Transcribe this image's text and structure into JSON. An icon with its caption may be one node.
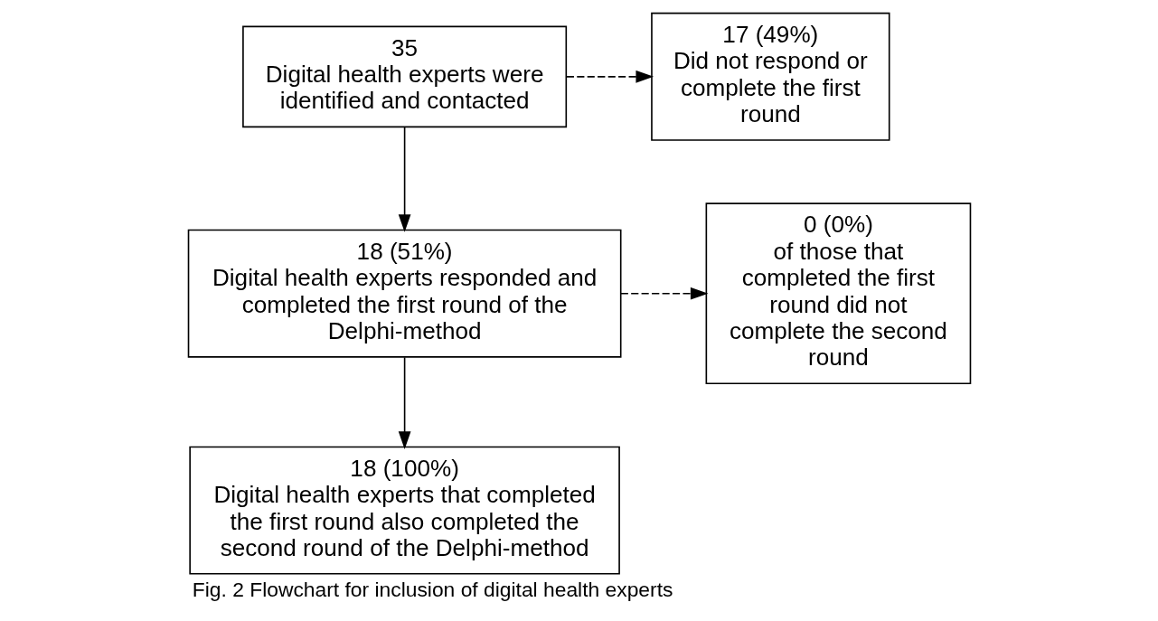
{
  "diagram": {
    "caption": "Fig. 2 Flowchart for inclusion of digital health experts",
    "nodes": [
      {
        "text": [
          "35",
          "Digital health experts were identified and contacted"
        ]
      },
      {
        "text": [
          "17 (49%)",
          "Did not respond or complete the first round"
        ]
      },
      {
        "text": [
          "18 (51%)",
          "Digital health experts responded and completed the first round of the Delphi-method"
        ]
      },
      {
        "text": [
          "0 (0%)",
          "of those that completed the first round did not complete the second round"
        ]
      },
      {
        "text": [
          "18 (100%)",
          "Digital health experts that completed the first round also completed the second round of the Delphi-method"
        ]
      }
    ],
    "edges": [
      {
        "from": 0,
        "to": 2,
        "arrow": "to"
      },
      {
        "from": 0,
        "to": 1,
        "arrow": "to",
        "style": "dashed"
      },
      {
        "from": 2,
        "to": 4,
        "arrow": "to"
      },
      {
        "from": 2,
        "to": 3,
        "arrow": "to",
        "style": "dashed"
      }
    ]
  }
}
